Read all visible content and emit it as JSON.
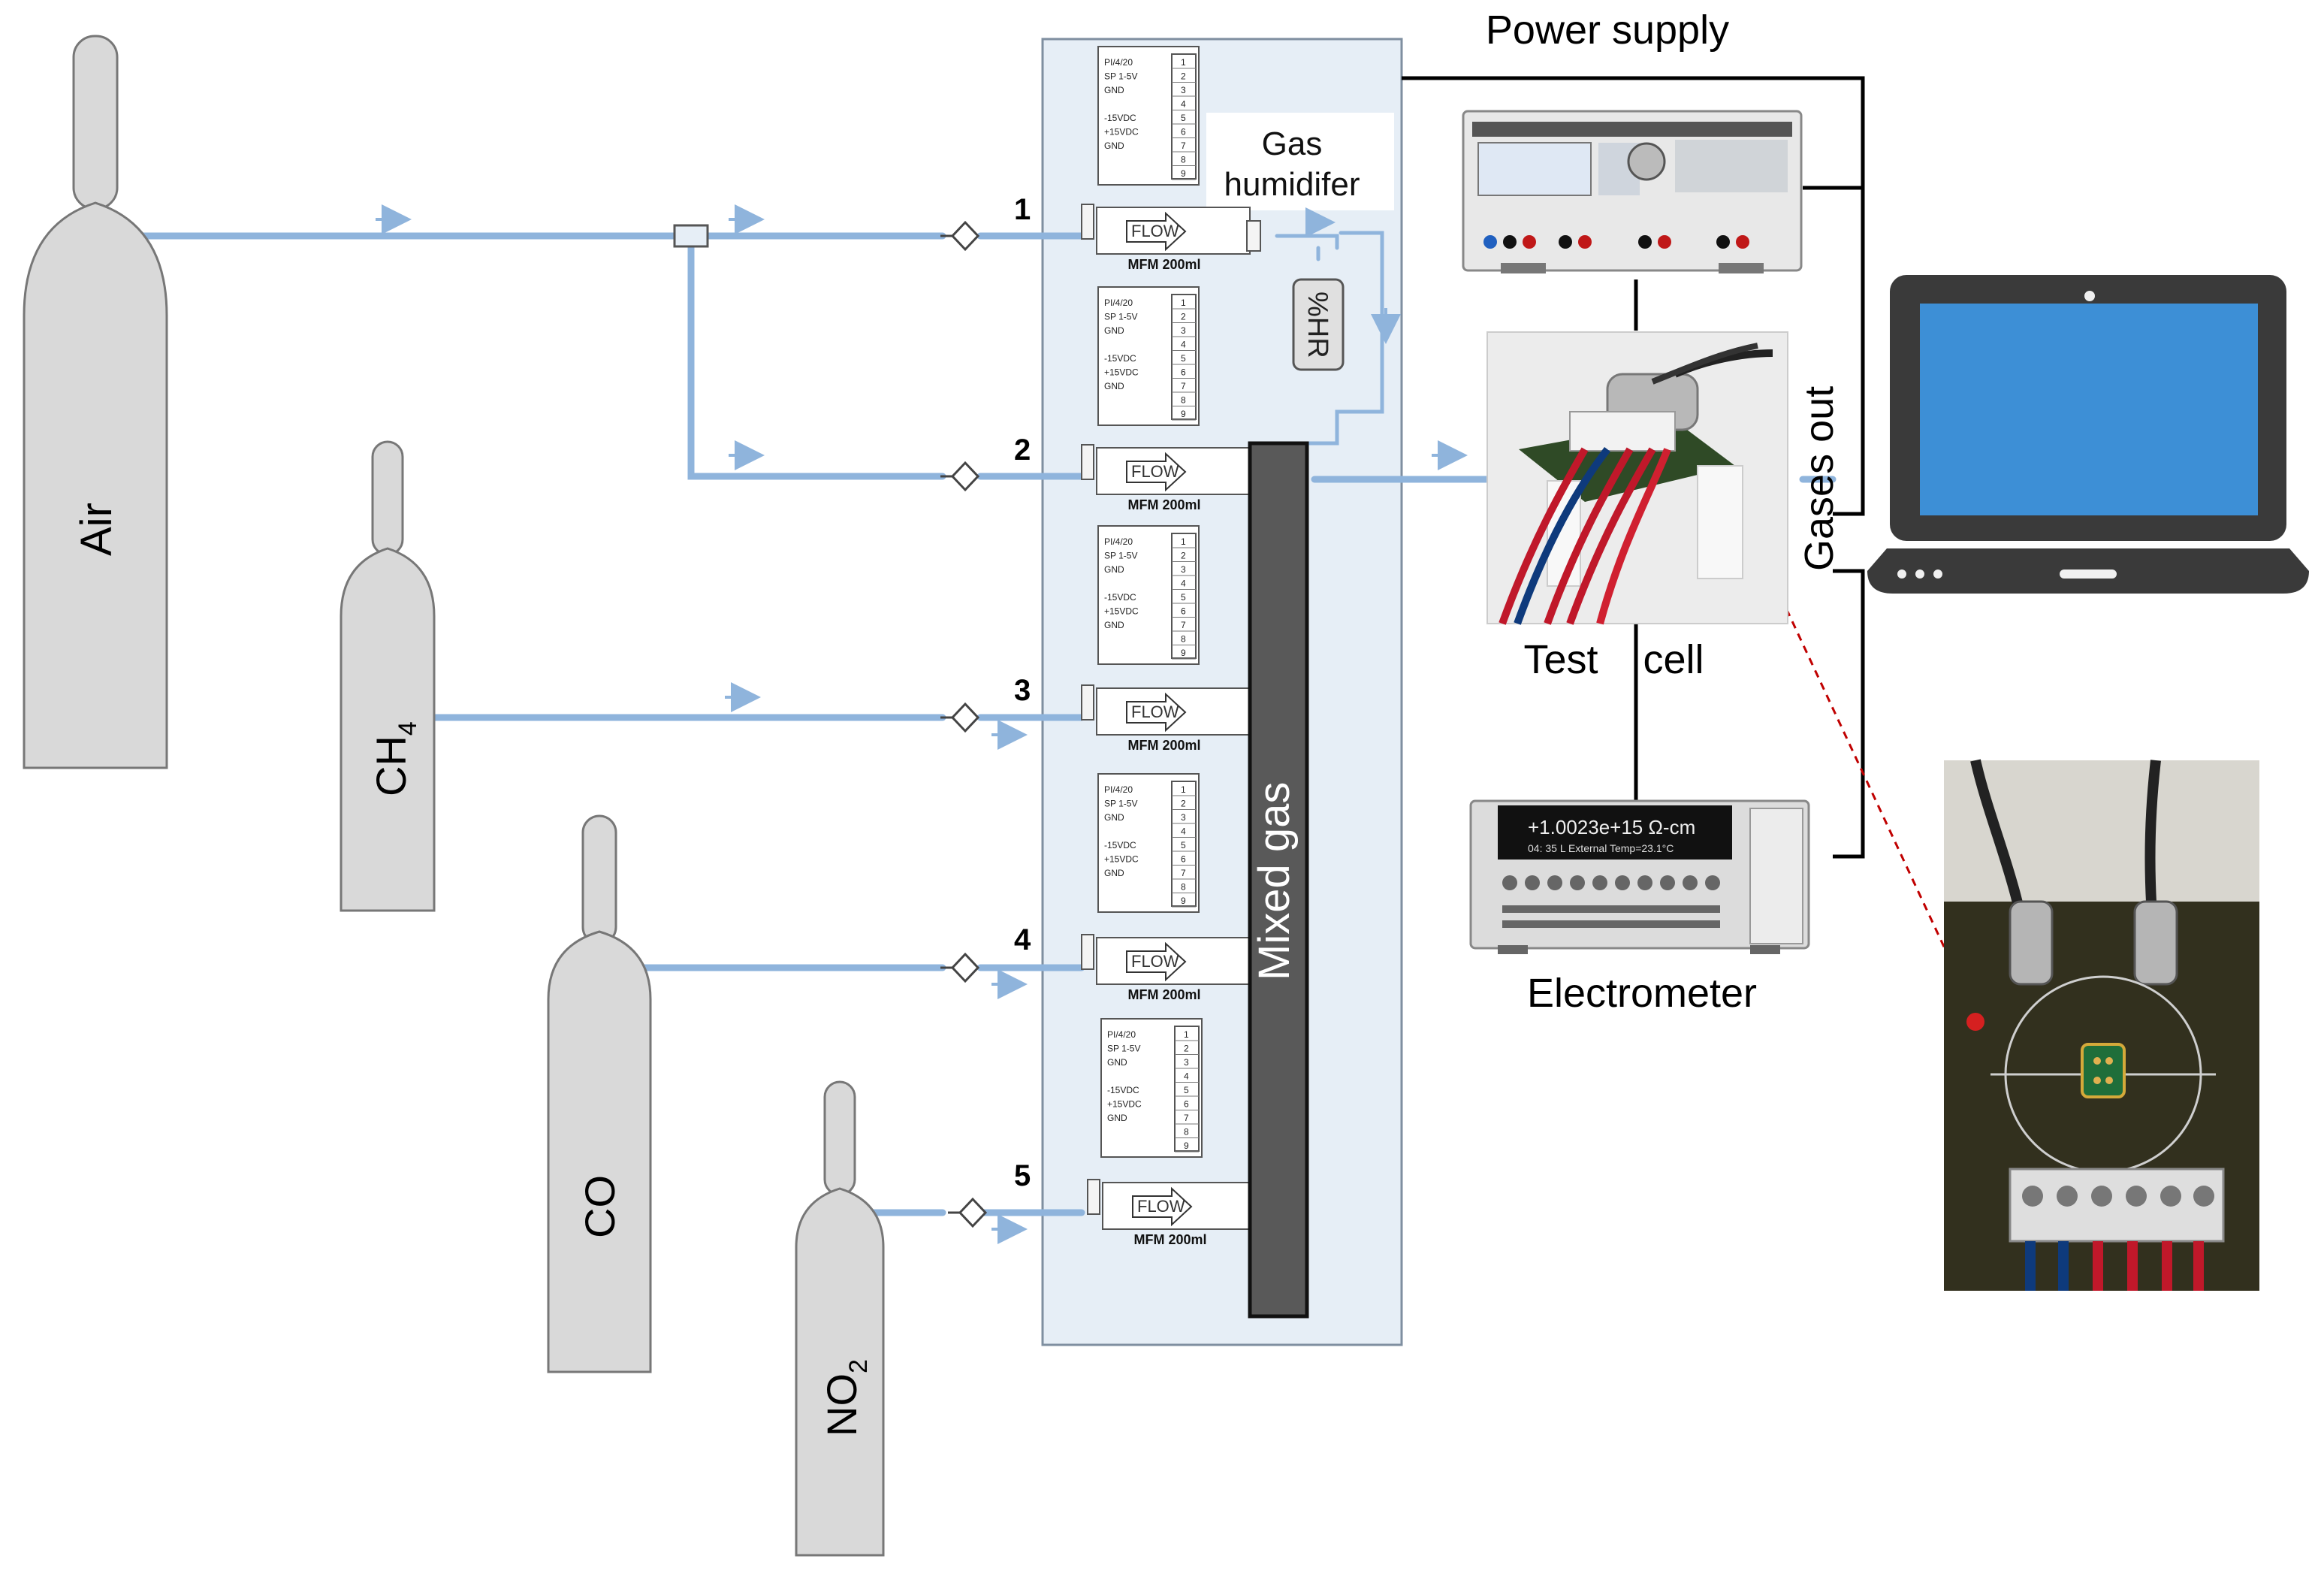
{
  "cylinders": [
    {
      "id": "air",
      "label": "Air",
      "sub": ""
    },
    {
      "id": "ch4",
      "label": "CH",
      "sub": "4"
    },
    {
      "id": "co",
      "label": "CO",
      "sub": ""
    },
    {
      "id": "no2",
      "label": "NO",
      "sub": "2"
    }
  ],
  "mfm": {
    "flow_label": "FLOW",
    "model_label": "MFM 200ml",
    "channel_numbers": [
      "1",
      "2",
      "3",
      "4",
      "5"
    ],
    "pin_labels": [
      "PI/4/20",
      "SP 1-5V",
      "GND",
      "",
      "-15VDC",
      "+15VDC",
      "GND",
      "",
      ""
    ],
    "pin_numbers": [
      "1",
      "2",
      "3",
      "4",
      "5",
      "6",
      "7",
      "8",
      "9"
    ]
  },
  "humidifier": {
    "line1": "Gas",
    "line2": "humidifer",
    "sensor_label": "%HR"
  },
  "mixed_gas_label": "Mixed gas",
  "power_supply_label": "Power supply",
  "test_cell": {
    "word1": "Test",
    "word2": "cell"
  },
  "electrometer": {
    "label": "Electrometer",
    "display_main": "+1.0023e+15 Ω-cm",
    "display_sub": "04: 35 L   External Temp=23.1°C"
  },
  "gases_out_label": "Gases out",
  "colors": {
    "gas_line": "#8fb4dc",
    "panel": "#e6eef6",
    "cylinder": "#d9d9d9",
    "mixed_bar": "#595959",
    "laptop": "#3a3a3a",
    "screen": "#3d8fd6"
  }
}
